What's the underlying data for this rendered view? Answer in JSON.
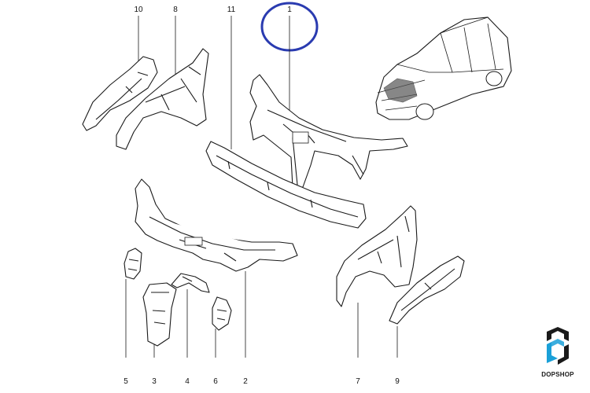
{
  "callouts": [
    {
      "id": "1",
      "label": "1"
    },
    {
      "id": "2",
      "label": "2"
    },
    {
      "id": "3",
      "label": "3"
    },
    {
      "id": "4",
      "label": "4"
    },
    {
      "id": "5",
      "label": "5"
    },
    {
      "id": "6",
      "label": "6"
    },
    {
      "id": "7",
      "label": "7"
    },
    {
      "id": "8",
      "label": "8"
    },
    {
      "id": "9",
      "label": "9"
    },
    {
      "id": "10",
      "label": "10"
    },
    {
      "id": "11",
      "label": "11"
    }
  ],
  "highlighted_callout": "1",
  "highlight_color": "#2a3bb0",
  "brand": {
    "name": "DOPSHOP",
    "logo_color": "#1aa0d8",
    "logo_dark": "#1a1a1a"
  }
}
